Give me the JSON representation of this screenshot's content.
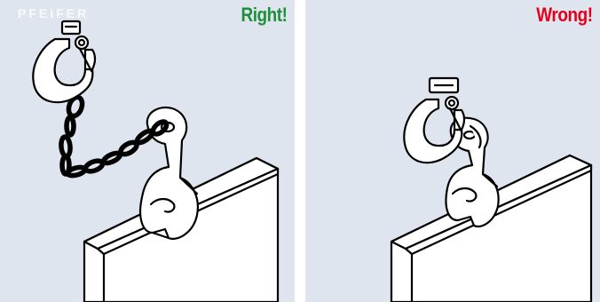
{
  "panels": [
    {
      "id": "right",
      "label": "Right!",
      "label_color": "#1f8f3a",
      "watermark": "PFEIFER"
    },
    {
      "id": "wrong",
      "label": "Wrong!",
      "label_color": "#e3001b"
    }
  ],
  "colors": {
    "panel_background": "#dfe5ef",
    "outline": "#000000",
    "fill": "#ffffff"
  },
  "icons": [
    "crane-hook-icon",
    "lifting-chain-icon",
    "lifting-clamp-icon",
    "panel-plate-icon"
  ]
}
